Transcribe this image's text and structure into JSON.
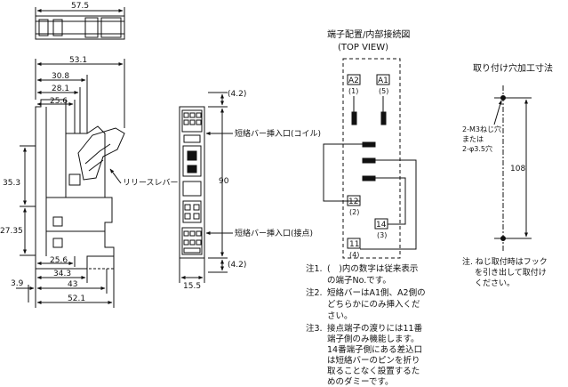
{
  "dims": {
    "top_width": "57.5",
    "overall_width": "53.1",
    "d30_8": "30.8",
    "d28_1": "28.1",
    "d25_6_top": "25.6",
    "h35_3": "35.3",
    "h27_35": "27.35",
    "d25_6_bottom": "25.6",
    "d34_3": "34.3",
    "d3_9": "3.9",
    "d43": "43",
    "d52_1": "52.1",
    "front_top_gap": "(4.2)",
    "front_height": "90",
    "front_bottom_gap": "(4.2)",
    "front_width": "15.5"
  },
  "labels": {
    "release_lever": "リリースレバー",
    "short_bar_coil": "短絡バー挿入口(コイル)",
    "short_bar_contact": "短絡バー挿入口(接点)"
  },
  "wiring": {
    "title": "端子配置/内部接続図",
    "subtitle": "(TOP VIEW)",
    "terminals": [
      {
        "label": "A2",
        "sub": "(1)"
      },
      {
        "label": "A1",
        "sub": "(5)"
      },
      {
        "label": "12",
        "sub": "(2)"
      },
      {
        "label": "14",
        "sub": "(3)"
      },
      {
        "label": "11",
        "sub": "(4)"
      }
    ]
  },
  "mounting": {
    "title": "取り付け穴加工寸法",
    "hole_label_1": "2-M3ねじ穴",
    "hole_label_2": "または",
    "hole_label_3": "2-φ3.5穴",
    "dimension": "108",
    "note_lines": [
      "注. ねじ取付時はフック",
      "を引き出して取付け",
      "ください。"
    ]
  },
  "notes": [
    {
      "prefix": "注1.",
      "lines": [
        "(　)内の数字は従来表示",
        "の端子No.です。"
      ]
    },
    {
      "prefix": "注2.",
      "lines": [
        "短絡バーはA1側、A2側の",
        "どちらかにのみ挿入くだ",
        "さい。"
      ]
    },
    {
      "prefix": "注3.",
      "lines": [
        "接点端子の渡りには11番",
        "端子側のみ機能します。",
        "14番端子側にある差込口",
        "は短絡バーのピンを折り",
        "取ることなく設置するた",
        "めのダミーです。"
      ]
    }
  ]
}
